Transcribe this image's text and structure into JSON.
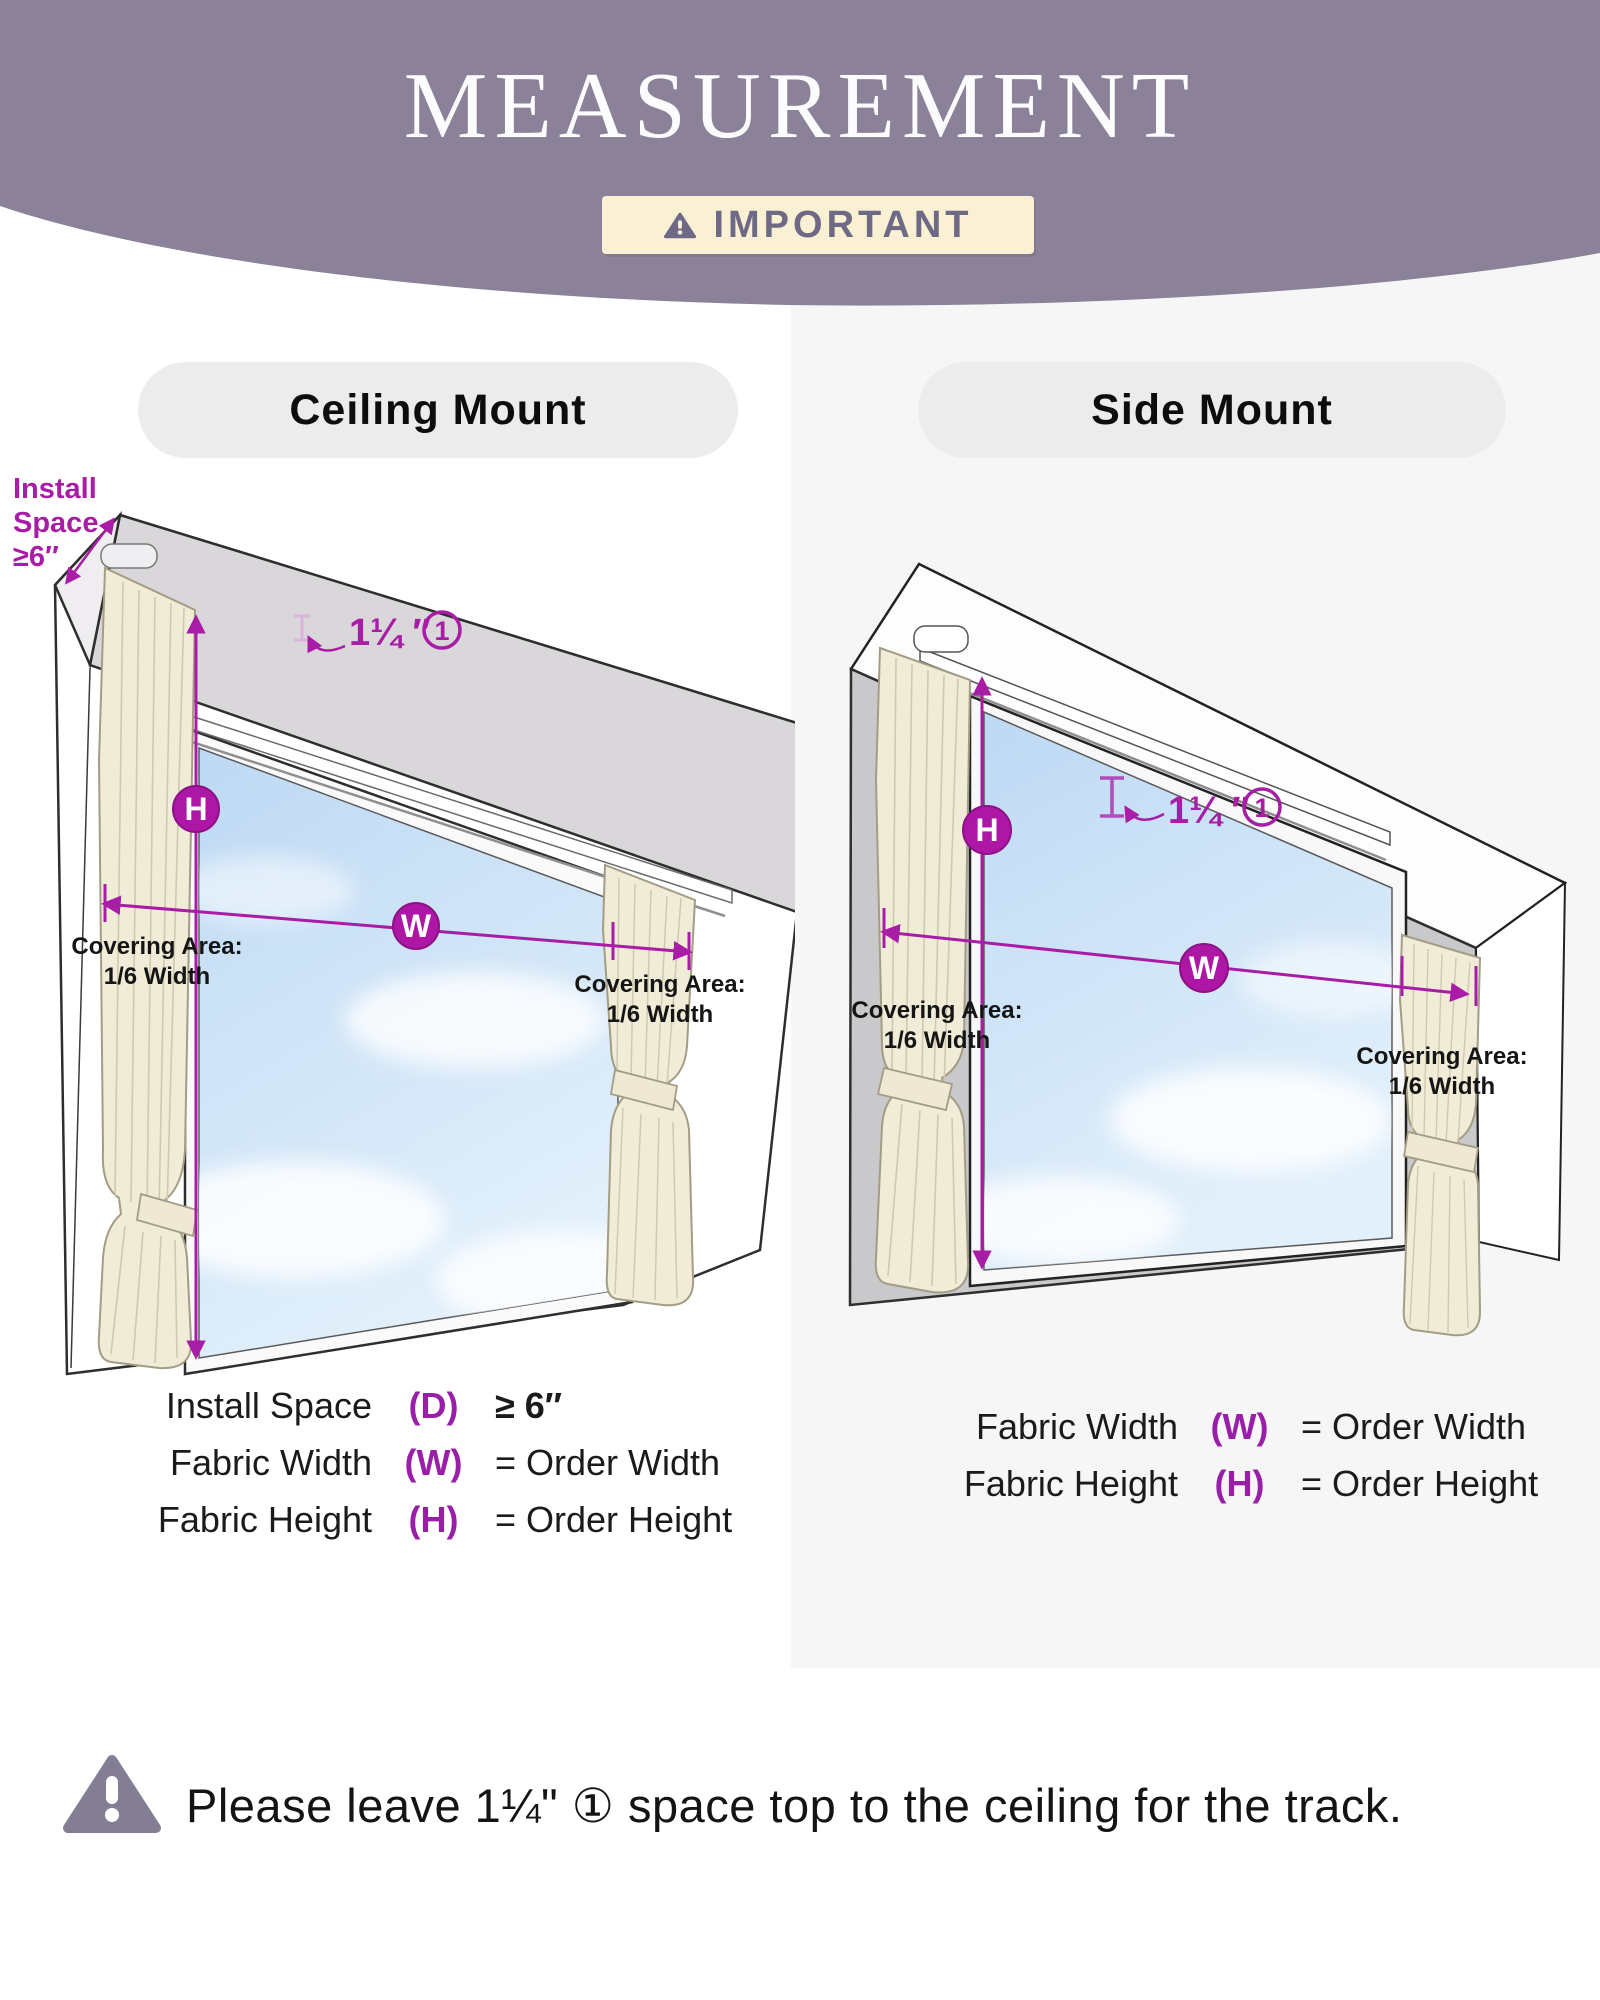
{
  "header": {
    "title": "MEASUREMENT",
    "badge_label": "IMPORTANT"
  },
  "sections": {
    "left_heading": "Ceiling Mount",
    "right_heading": "Side Mount"
  },
  "left_diagram": {
    "install_space_lines": [
      "Install",
      "Space",
      "≥6″"
    ],
    "gap_label": "1¼ ″",
    "gap_circle": "1",
    "h_label": "H",
    "w_label": "W",
    "covering_line1": "Covering Area:",
    "covering_line2": "1/6 Width"
  },
  "right_diagram": {
    "gap_label": "1¼ ″",
    "gap_circle": "1",
    "h_label": "H",
    "w_label": "W",
    "covering_line1": "Covering Area:",
    "covering_line2": "1/6 Width"
  },
  "left_formulas": [
    {
      "name": "Install Space",
      "symbol": "(D)",
      "relation": "≥ 6″"
    },
    {
      "name": "Fabric Width",
      "symbol": "(W)",
      "relation": "= Order Width"
    },
    {
      "name": "Fabric  Height",
      "symbol": "(H)",
      "relation": "= Order Height"
    }
  ],
  "right_formulas": [
    {
      "name": "Fabric Width",
      "symbol": "(W)",
      "relation": "= Order Width"
    },
    {
      "name": "Fabric  Height",
      "symbol": "(H)",
      "relation": "= Order Height"
    }
  ],
  "footer": {
    "note": "Please leave 1¼\" ① space top to the ceiling for the track."
  },
  "colors": {
    "header_bg": "#8b8198",
    "badge_bg": "#faf1d4",
    "badge_text": "#6e6a86",
    "accent_magenta": "#A81CA6",
    "circle_fill": "#AE17A5",
    "right_panel_bg": "#f6f6f7",
    "pill_bg": "#ececec",
    "sky_blue": "#c9e0f6",
    "curtain_cream": "#f1ecd8",
    "wall_gray": "#c9c8cb",
    "soffit_gray": "#d9d7da",
    "warning_gray": "#847e95",
    "text": "#1b1b1b"
  }
}
